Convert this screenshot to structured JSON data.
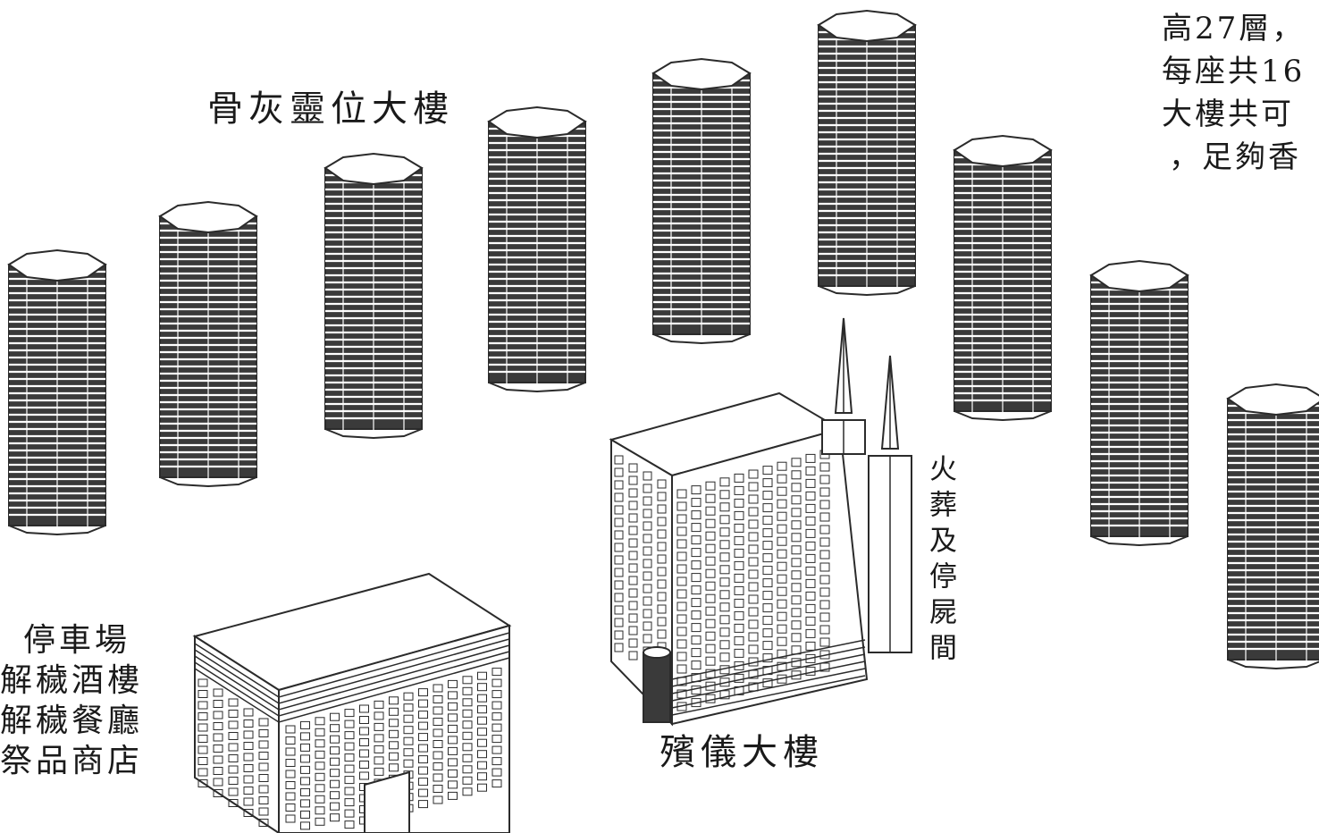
{
  "labels": {
    "tower": "骨灰靈位大樓",
    "funeral": "殯儀大樓",
    "crematorium": "火葬及停屍間",
    "services": [
      "停車場",
      "解穢酒樓",
      "解穢餐廳",
      "祭品商店"
    ],
    "note": [
      "高27層，",
      "每座共16",
      "大樓共可",
      "，足夠香"
    ]
  },
  "colors": {
    "line": "#2b2b2b",
    "fill": "#ffffff"
  }
}
